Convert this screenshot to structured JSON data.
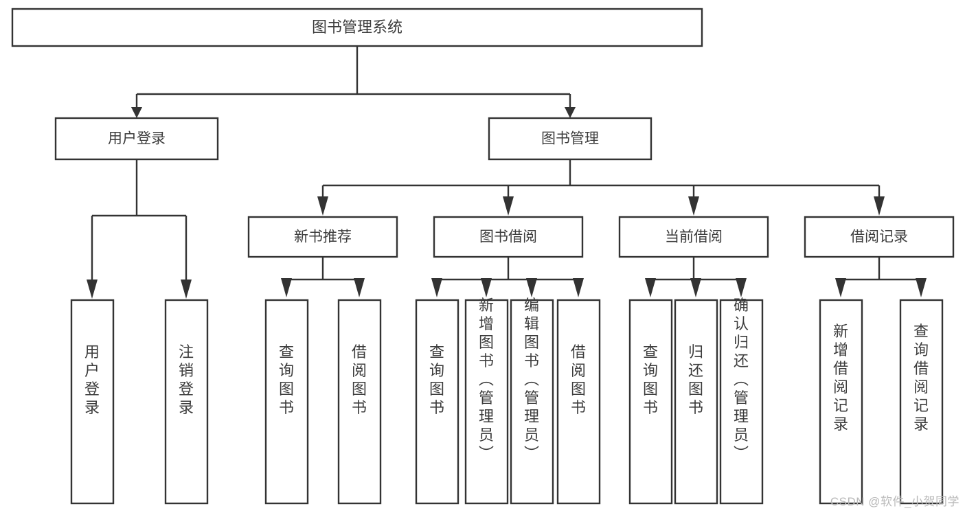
{
  "diagram": {
    "title": "图书管理系统",
    "type": "tree-hierarchy-chart",
    "root": {
      "label": "图书管理系统"
    },
    "level2": [
      {
        "label": "用户登录"
      },
      {
        "label": "图书管理"
      }
    ],
    "level3": [
      {
        "label": "新书推荐"
      },
      {
        "label": "图书借阅"
      },
      {
        "label": "当前借阅"
      },
      {
        "label": "借阅记录"
      }
    ],
    "leaves": {
      "user_login": [
        {
          "label": "用户登录"
        },
        {
          "label": "注销登录"
        }
      ],
      "new_book_recommend": [
        {
          "label": "查询图书"
        },
        {
          "label": "借阅图书"
        }
      ],
      "book_borrow": [
        {
          "label": "查询图书"
        },
        {
          "label": "新增图书（管理员）"
        },
        {
          "label": "编辑图书（管理员）"
        },
        {
          "label": "借阅图书"
        }
      ],
      "current_borrow": [
        {
          "label": "查询图书"
        },
        {
          "label": "归还图书"
        },
        {
          "label": "确认归还（管理员）"
        }
      ],
      "borrow_record": [
        {
          "label": "新增借阅记录"
        },
        {
          "label": "查询借阅记录"
        }
      ]
    }
  },
  "watermark": {
    "text": "CSDN @软件_小贺同学"
  },
  "colors": {
    "box_stroke": "#333333",
    "box_fill": "#ffffff",
    "text": "#3c3c3c",
    "watermark": "#b9b9b9",
    "background": "#ffffff"
  }
}
